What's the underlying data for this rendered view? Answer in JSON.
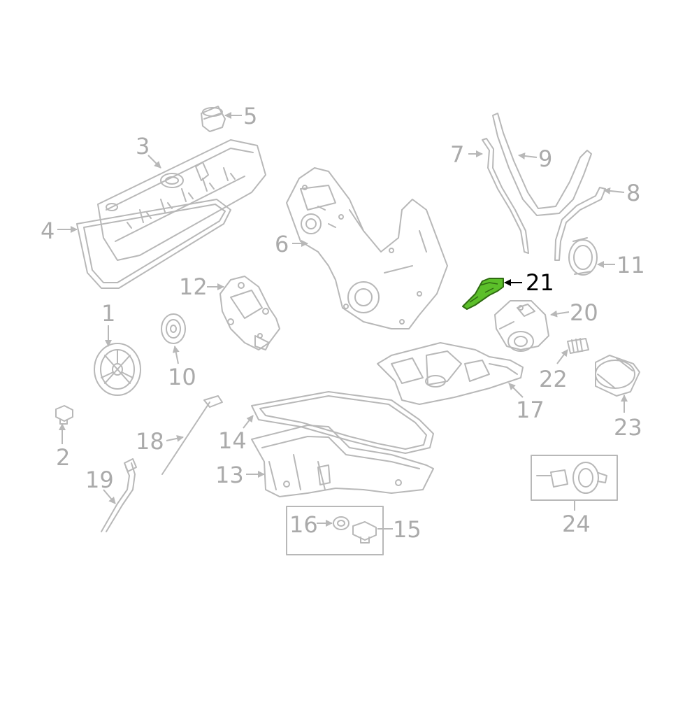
{
  "colors": {
    "line": "#b8b8b8",
    "label": "#aaaaaa",
    "highlight_label": "#000000",
    "highlight_fill": "#5cbf2a",
    "highlight_stroke": "#2f6b12"
  },
  "callouts": {
    "c1": "1",
    "c2": "2",
    "c3": "3",
    "c4": "4",
    "c5": "5",
    "c6": "6",
    "c7": "7",
    "c8": "8",
    "c9": "9",
    "c10": "10",
    "c11": "11",
    "c12": "12",
    "c13": "13",
    "c14": "14",
    "c15": "15",
    "c16": "16",
    "c17": "17",
    "c18": "18",
    "c19": "19",
    "c20": "20",
    "c21": "21",
    "c22": "22",
    "c23": "23",
    "c24": "24"
  },
  "highlighted_part": "21"
}
